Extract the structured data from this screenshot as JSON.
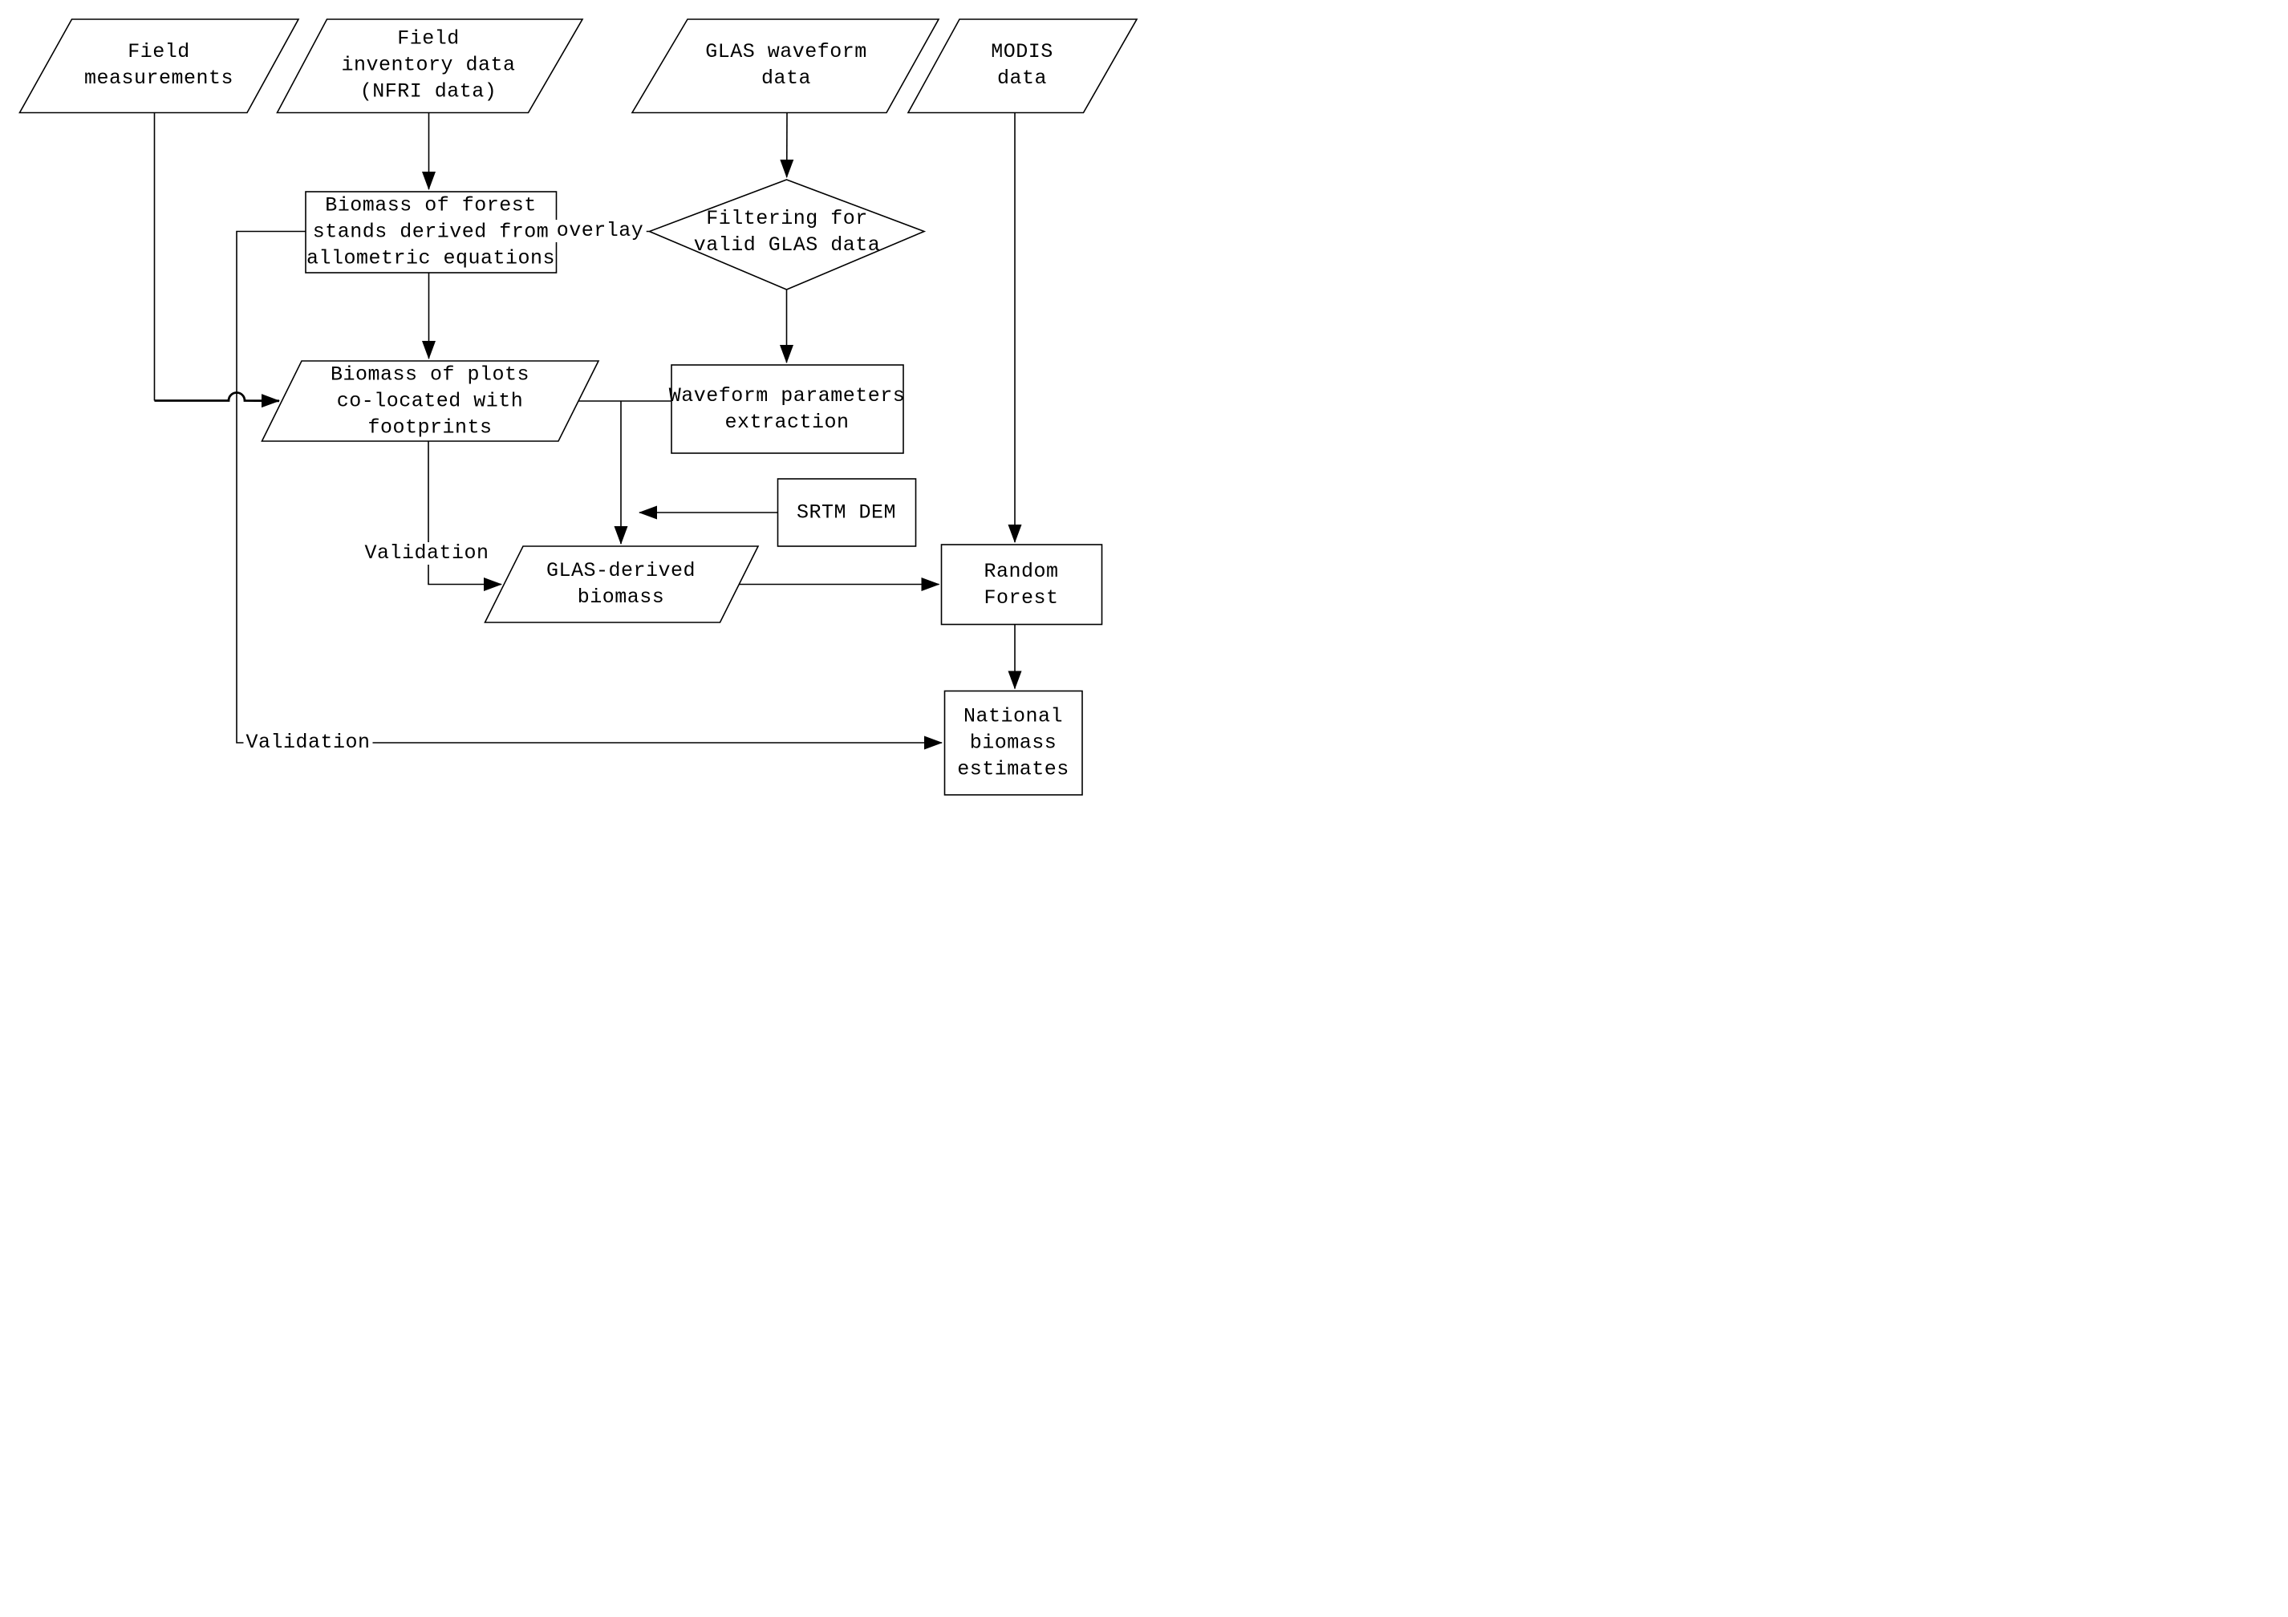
{
  "diagram": {
    "background": "#ffffff",
    "line_color": "#000000",
    "text_color": "#000000",
    "nodes": {
      "field_measurements": {
        "label": "Field\nmeasurements",
        "shape": "parallelogram"
      },
      "field_inventory": {
        "label": "Field\ninventory data\n(NFRI data)",
        "shape": "parallelogram"
      },
      "glas_waveform": {
        "label": "GLAS waveform\ndata",
        "shape": "parallelogram"
      },
      "modis": {
        "label": "MODIS\ndata",
        "shape": "parallelogram"
      },
      "forest_stands": {
        "label": "Biomass of forest\nstands derived from\nallometric equations",
        "shape": "rectangle"
      },
      "filtering": {
        "label": "Filtering for\nvalid GLAS data",
        "shape": "diamond"
      },
      "plots_biomass": {
        "label": "Biomass of plots\nco-located with\nfootprints",
        "shape": "parallelogram"
      },
      "waveform_params": {
        "label": "Waveform parameters\nextraction",
        "shape": "rectangle"
      },
      "srtm_dem": {
        "label": "SRTM DEM",
        "shape": "rectangle"
      },
      "glas_biomass": {
        "label": "GLAS-derived\nbiomass",
        "shape": "parallelogram"
      },
      "random_forest": {
        "label": "Random Forest",
        "shape": "rectangle"
      },
      "national_estimates": {
        "label": "National\nbiomass\nestimates",
        "shape": "rectangle"
      }
    },
    "edge_labels": {
      "overlay": "overlay",
      "validation_upper": "Validation",
      "validation_lower": "Validation"
    }
  }
}
